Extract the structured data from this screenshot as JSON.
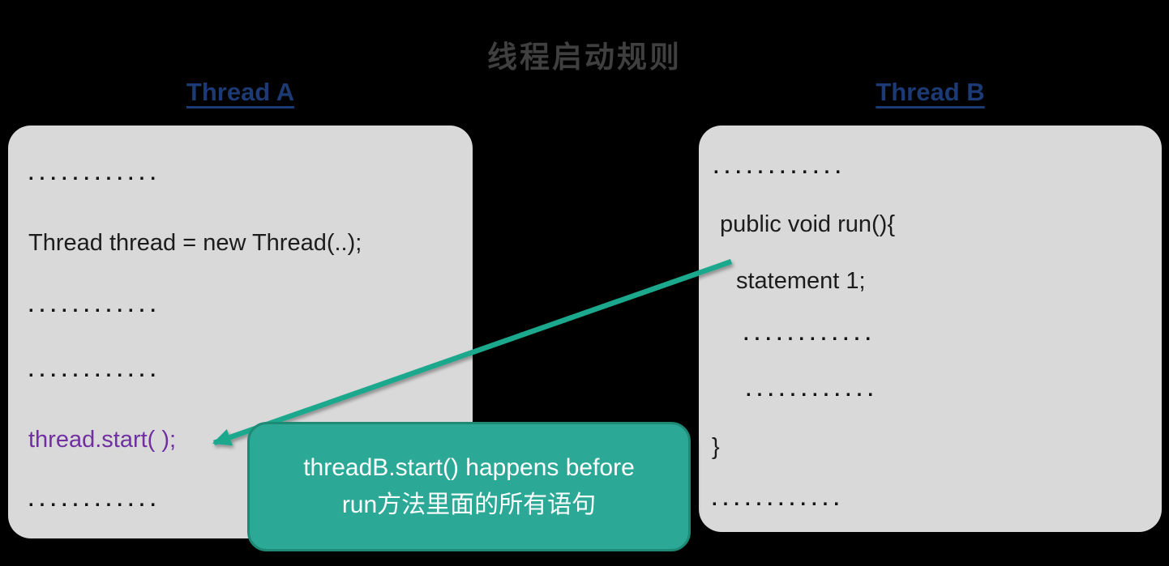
{
  "title": "线程启动规则",
  "thread_a": {
    "label": "Thread A",
    "lines": [
      {
        "text": "............"
      },
      {
        "text": "Thread thread = new Thread(..);"
      },
      {
        "text": "............"
      },
      {
        "text": "............"
      },
      {
        "text": "thread.start( );"
      },
      {
        "text": "............"
      }
    ]
  },
  "thread_b": {
    "label": "Thread B",
    "lines": [
      {
        "text": "............"
      },
      {
        "text": "public void run(){"
      },
      {
        "text": "statement 1;"
      },
      {
        "text": "............"
      },
      {
        "text": "............"
      },
      {
        "text": "}"
      },
      {
        "text": "............"
      }
    ]
  },
  "callout": {
    "line1": "threadB.start() happens before",
    "line2": "run方法里面的所有语句"
  },
  "colors": {
    "background": "#000000",
    "box_fill": "#d9d9d9",
    "arrow_teal": "#1ea88d",
    "callout_fill": "#2ba896",
    "callout_border": "#1e8a76",
    "label_navy": "#1c3a73",
    "code_purple": "#7030a0",
    "title_gray": "#3f3f3f",
    "code_text": "#1c1c1c",
    "callout_text": "#ffffff"
  }
}
